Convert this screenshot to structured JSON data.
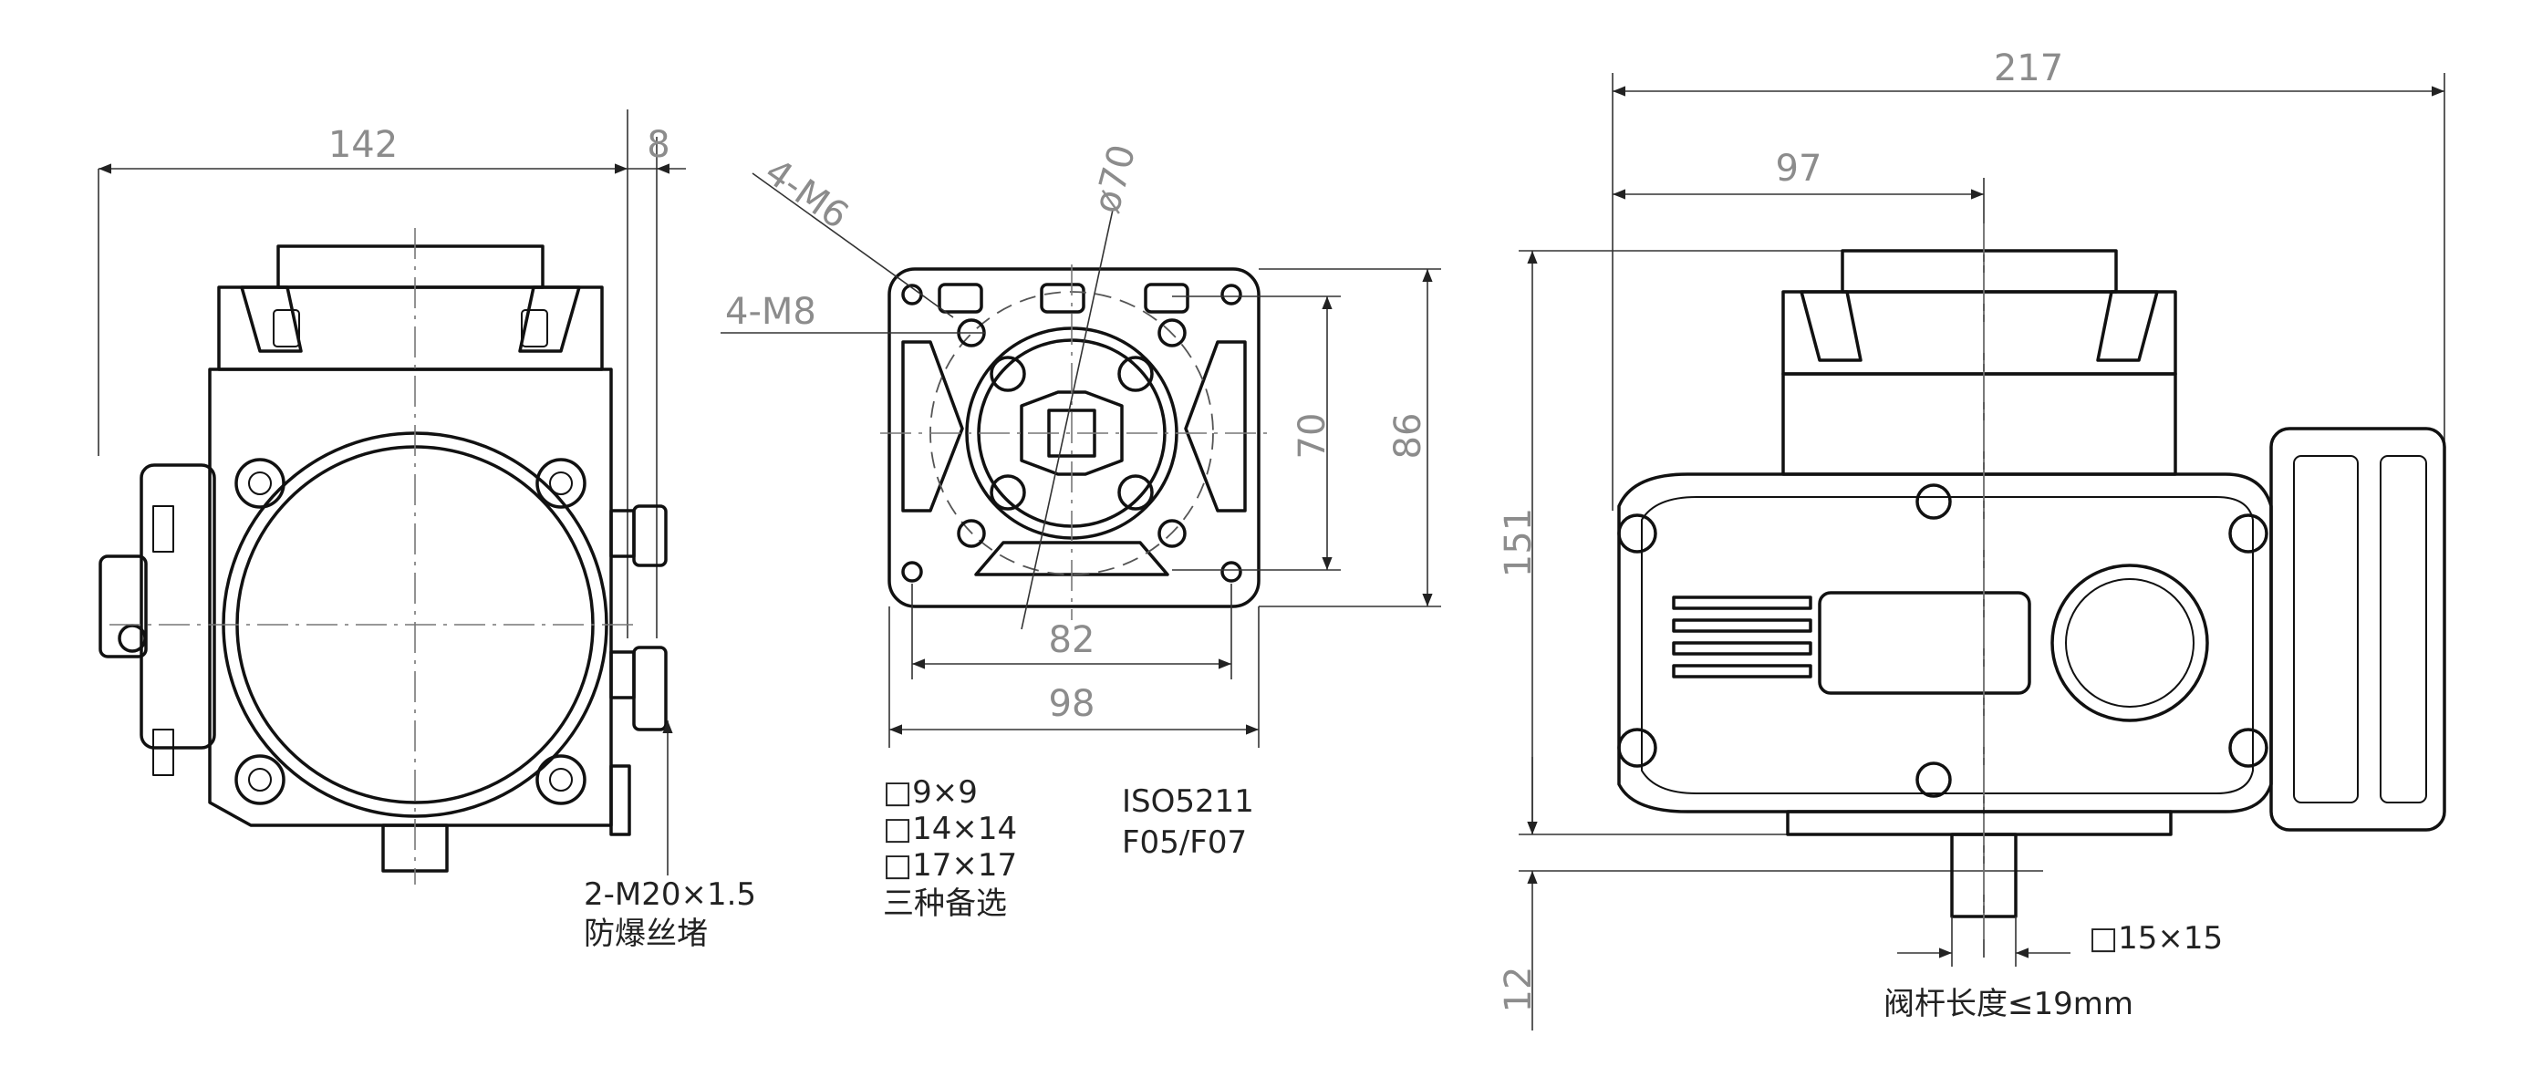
{
  "left_view": {
    "dim_width": "142",
    "dim_offset": "8",
    "conduit_note_line1": "2-M20×1.5",
    "conduit_note_line2": "防爆丝堵"
  },
  "flange_view": {
    "label_m6": "4-M6",
    "label_m8": "4-M8",
    "label_phi70": "ø70",
    "dim_70": "70",
    "dim_86": "86",
    "dim_82": "82",
    "dim_98": "98",
    "shaft_options": [
      "□9×9",
      "□14×14",
      "□17×17"
    ],
    "shaft_options_note": "三种备选",
    "iso_line1": "ISO5211",
    "iso_line2": "F05/F07"
  },
  "right_view": {
    "dim_217": "217",
    "dim_97": "97",
    "dim_151": "151",
    "dim_12": "12",
    "square_label": "□15×15",
    "stem_note": "阀杆长度≤19mm"
  }
}
